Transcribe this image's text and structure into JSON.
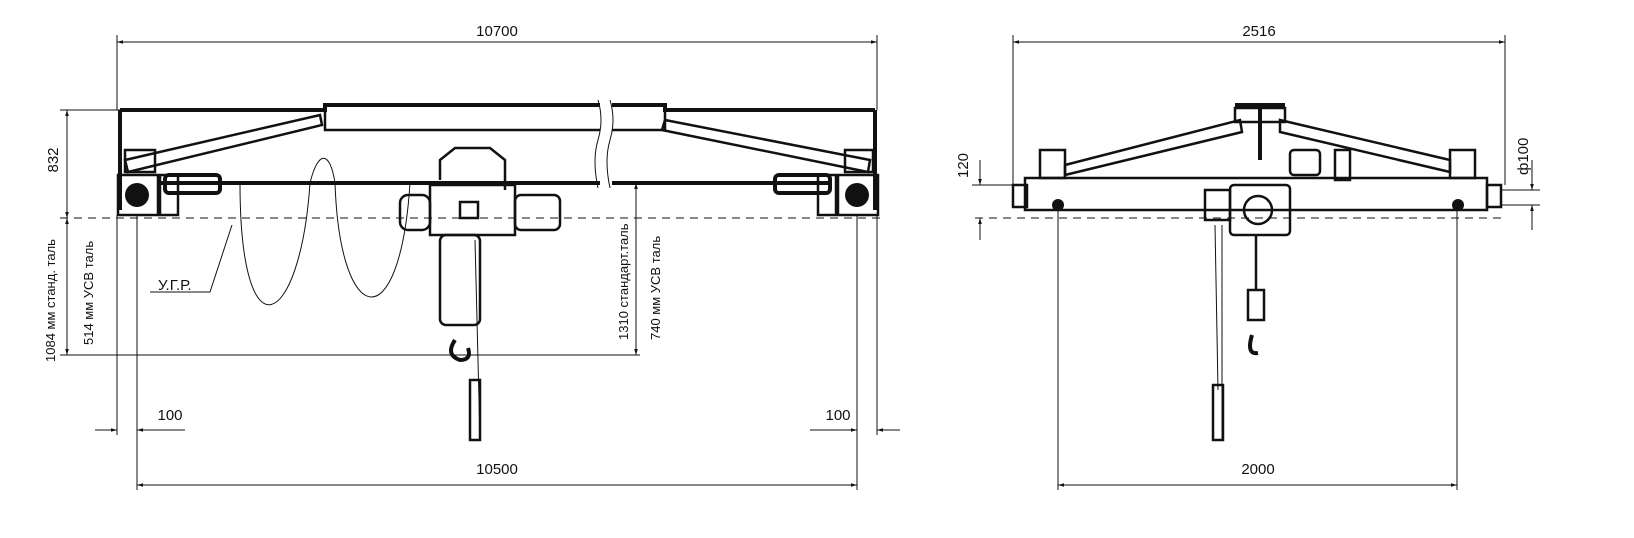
{
  "title": "Single-girder overhead crane general arrangement drawing",
  "front_view": {
    "span_total": "10700",
    "span_rails": "10500",
    "girder_height": "832",
    "hook_stand": "1084 мм станд. таль",
    "hook_usv": "514 мм УСВ таль",
    "lift_stand": "1310 стандарт.таль",
    "lift_usv": "740 мм УСВ таль",
    "offset_left": "100",
    "offset_right": "100",
    "rail_label": "У.Г.Р."
  },
  "side_view": {
    "width_total": "2516",
    "wheel_base": "2000",
    "rail_height": "120",
    "wheel_diameter": "ф100"
  },
  "colors": {
    "line": "#111111",
    "background": "#ffffff"
  }
}
